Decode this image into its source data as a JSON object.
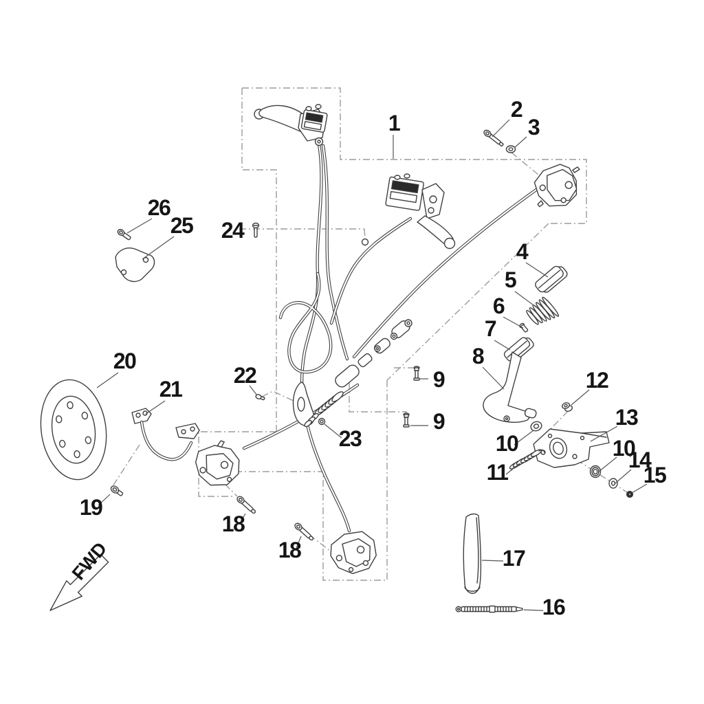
{
  "colors": {
    "line": "#3f3f3f",
    "dash": "#9b9b9b",
    "label": "#151515",
    "leader": "#555555",
    "background": "#ffffff"
  },
  "fwd_arrow": {
    "label": "FWD"
  },
  "callouts": {
    "c1": "1",
    "c2": "2",
    "c3": "3",
    "c4": "4",
    "c5": "5",
    "c6": "6",
    "c7": "7",
    "c8": "8",
    "c9a": "9",
    "c9b": "9",
    "c10a": "10",
    "c10b": "10",
    "c11": "11",
    "c12": "12",
    "c13": "13",
    "c14": "14",
    "c15": "15",
    "c16": "16",
    "c17": "17",
    "c18a": "18",
    "c18b": "18",
    "c19": "19",
    "c20": "20",
    "c21": "21",
    "c22": "22",
    "c23": "23",
    "c24": "24",
    "c25": "25",
    "c26": "26"
  }
}
